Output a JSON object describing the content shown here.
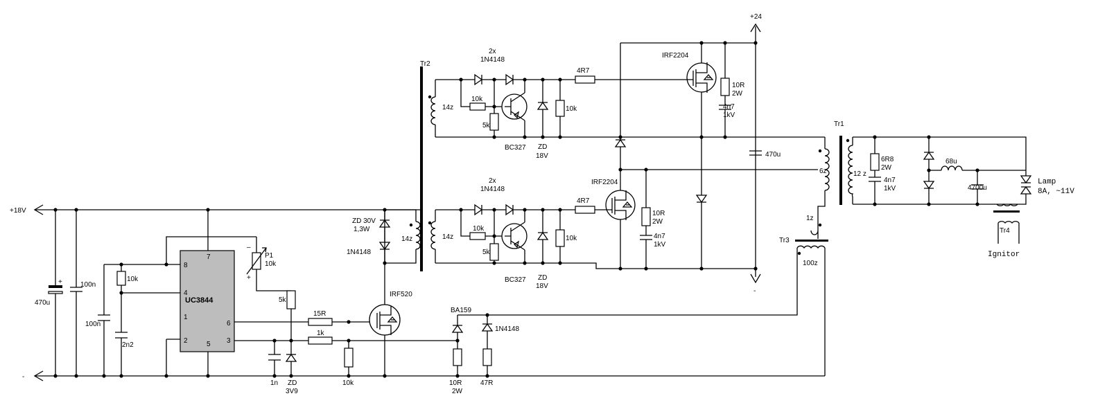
{
  "rails": {
    "pos18": "+18V",
    "neg": "-",
    "pos24": "+24",
    "minus": "-"
  },
  "ic": {
    "name": "UC3844",
    "pins": [
      "8",
      "7",
      "4",
      "1",
      "6",
      "2",
      "5",
      "3"
    ]
  },
  "labels": {
    "c_470u_in": "470u",
    "c_100n_a": "100n",
    "c_100n_b": "100n",
    "c_2n2": "2n2",
    "r_10k_ic": "10k",
    "pot_name": "P1",
    "pot_val": "10k",
    "r_5k": "5k",
    "r_15r": "15R",
    "r_1k": "1k",
    "c_1n": "1n",
    "zd_name": "ZD",
    "zd_val": "3V9",
    "r_10k_gate": "10k",
    "irf520": "IRF520",
    "ba159": "BA159",
    "d_1n4148": "1N4148",
    "r_10r": "10R",
    "r_10r_w": "2W",
    "r_47r": "47R",
    "zd30_a": "ZD 30V",
    "zd30_b": "1,3W",
    "zd30_c": "1N4148",
    "l_14z_mid": "14z",
    "tr2": "Tr2",
    "top_2x": "2x",
    "top_1n4148": "1N4148",
    "top_14z": "14z",
    "top_10k_a": "10k",
    "top_5k": "5k",
    "top_bc327": "BC327",
    "top_zd": "ZD",
    "top_18v": "18V",
    "top_10k_b": "10k",
    "top_4r7": "4R7",
    "top_irf": "IRF2204",
    "top_10r": "10R",
    "top_2w": "2W",
    "top_4n7": "4n7",
    "top_1kv": "1kV",
    "bot_2x": "2x",
    "bot_1n4148": "1N4148",
    "bot_14z": "14z",
    "bot_10k_a": "10k",
    "bot_5k": "5k",
    "bot_bc327": "BC327",
    "bot_zd": "ZD",
    "bot_18v": "18V",
    "bot_10k_b": "10k",
    "bot_4r7": "4R7",
    "bot_irf": "IRF2204",
    "bot_10r": "10R",
    "bot_2w": "2W",
    "bot_4n7": "4n7",
    "bot_1kv": "1kV",
    "c_470u_out": "470u",
    "tr1": "Tr1",
    "l_6z": "6z",
    "l_12z": "12 z",
    "r_6r8": "6R8",
    "r_6r8_w": "2W",
    "c_4n7": "4n7",
    "c_4n7_v": "1kV",
    "l_68u": "68u",
    "c_4700u": "4700u",
    "lamp_a": "Lamp",
    "lamp_b": "8A, ~11V",
    "tr3": "Tr3",
    "l_1z": "1z",
    "l_100z": "100z",
    "tr4": "Tr4",
    "ignitor": "Ignitor"
  }
}
